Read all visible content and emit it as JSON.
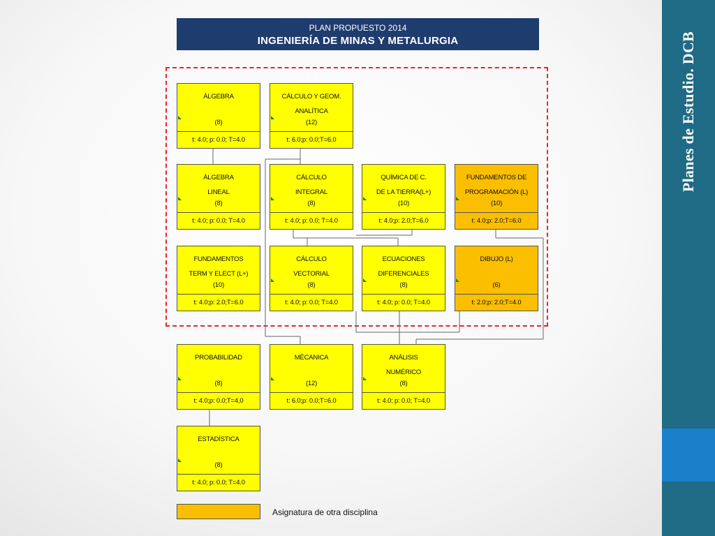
{
  "sidebar": {
    "title": "Planes de Estudio. DCB",
    "color": "#1f6a85",
    "accent": "#1b7fc9"
  },
  "header": {
    "subtitle": "PLAN PROPUESTO 2014",
    "title": "INGENIERÍA DE MINAS Y METALURGIA",
    "color": "#1f3c6e"
  },
  "courses": {
    "algebra": {
      "line1": "ÁLGEBRA",
      "line2": "",
      "credits": "(8)",
      "hours": "t: 4.0; p: 0.0; T=4.0"
    },
    "calc_geom": {
      "line1": "CÁLCULO Y GEOM.",
      "line2": "ANALÍTICA",
      "credits": "(12)",
      "hours": "t: 6.0;p: 0.0;T=6.0"
    },
    "alg_lineal": {
      "line1": "ÁLGEBRA",
      "line2": "LINEAL",
      "credits": "(8)",
      "hours": "t: 4.0; p: 0.0; T=4.0"
    },
    "calc_integral": {
      "line1": "CÁLCULO",
      "line2": "INTEGRAL",
      "credits": "(8)",
      "hours": "t: 4.0; p: 0.0; T=4.0"
    },
    "quimica": {
      "line1": "QUÍMICA DE C.",
      "line2": "DE LA TIERRA(L+)",
      "credits": "(10)",
      "hours": "t: 4.0;p: 2.0;T=6.0"
    },
    "fund_prog": {
      "line1": "FUNDAMENTOS DE",
      "line2": "PROGRAMACIÓN (L)",
      "credits": "(10)",
      "hours": "t: 4.0;p: 2.0;T=6.0"
    },
    "fund_term": {
      "line1": "FUNDAMENTOS",
      "line2": "TERM Y ELECT (L+)",
      "credits": "(10)",
      "hours": "t: 4.0;p: 2.0;T=6.0"
    },
    "calc_vect": {
      "line1": "CÁLCULO",
      "line2": "VECTORIAL",
      "credits": "(8)",
      "hours": "t: 4.0; p: 0.0; T=4.0"
    },
    "ecuaciones": {
      "line1": "ECUACIONES",
      "line2": "DIFERENCIALES",
      "credits": "(8)",
      "hours": "t: 4.0; p: 0.0; T=4.0"
    },
    "dibujo": {
      "line1": "DIBUJO (L)",
      "line2": "",
      "credits": "(6)",
      "hours": "t: 2.0;p: 2.0;T=4.0"
    },
    "probabilidad": {
      "line1": "PROBABILIDAD",
      "line2": "",
      "credits": "(8)",
      "hours": "t: 4.0;p: 0.0;T=4,0"
    },
    "mecanica": {
      "line1": "MÉCANICA",
      "line2": "",
      "credits": "(12)",
      "hours": "t: 6.0;p: 0.0;T=6.0"
    },
    "analisis": {
      "line1": "ANÁLISIS",
      "line2": "NUMÉRICO",
      "credits": "(8)",
      "hours": "t: 4.0; p: 0.0; T=4.0"
    },
    "estadistica": {
      "line1": "ESTADÍSTICA",
      "line2": "",
      "credits": "(8)",
      "hours": "t: 4.0; p: 0.0; T=4.0"
    }
  },
  "legend": {
    "label": "Asignatura de otra disciplina",
    "color": "#fbbf00"
  },
  "colors": {
    "course": "#ffff00",
    "other_discipline": "#fbbf00",
    "dashed_border": "#e8252b"
  }
}
